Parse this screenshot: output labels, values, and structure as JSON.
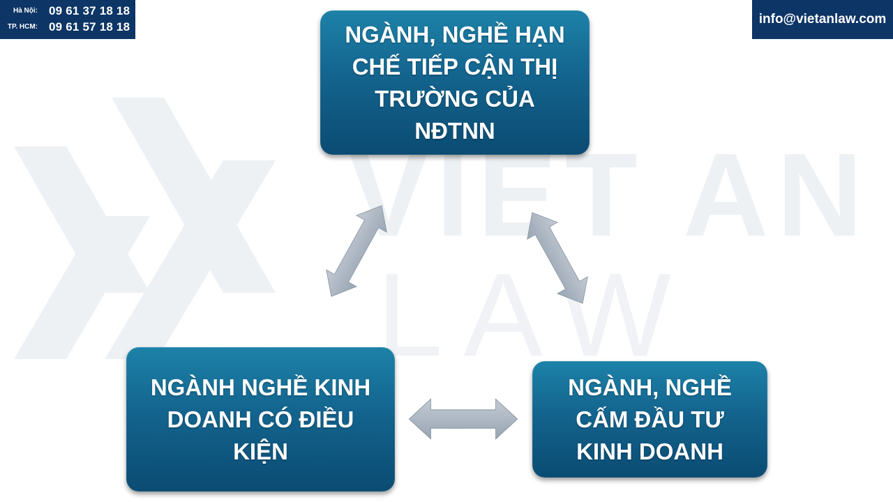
{
  "header": {
    "hanoi_label": "Hà Nội:",
    "hanoi_phone": "09 61 37 18 18",
    "hcm_label": "TP. HCM:",
    "hcm_phone": "09 61 57 18 18",
    "email": "info@vietanlaw.com"
  },
  "watermark": {
    "line1": "VIET AN",
    "line2": "LAW"
  },
  "diagram": {
    "nodes": [
      {
        "id": "top",
        "text": "NGÀNH, NGHỀ HẠN\nCHẾ TIẾP CẬN THỊ\nTRƯỜNG CỦA\nNĐTNN"
      },
      {
        "id": "left",
        "text": "NGÀNH NGHỀ KINH\nDOANH CÓ ĐIỀU\nKIỆN"
      },
      {
        "id": "right",
        "text": "NGÀNH, NGHỀ\nCẤM ĐẦU TƯ\nKINH DOANH"
      }
    ],
    "connections": [
      {
        "from": "top",
        "to": "left",
        "type": "bidirectional"
      },
      {
        "from": "top",
        "to": "right",
        "type": "bidirectional"
      },
      {
        "from": "left",
        "to": "right",
        "type": "bidirectional"
      }
    ]
  },
  "colors": {
    "brand_navy": "#0d3566",
    "node_blue": "#13648e",
    "arrow_grey": "#aab4c0"
  }
}
